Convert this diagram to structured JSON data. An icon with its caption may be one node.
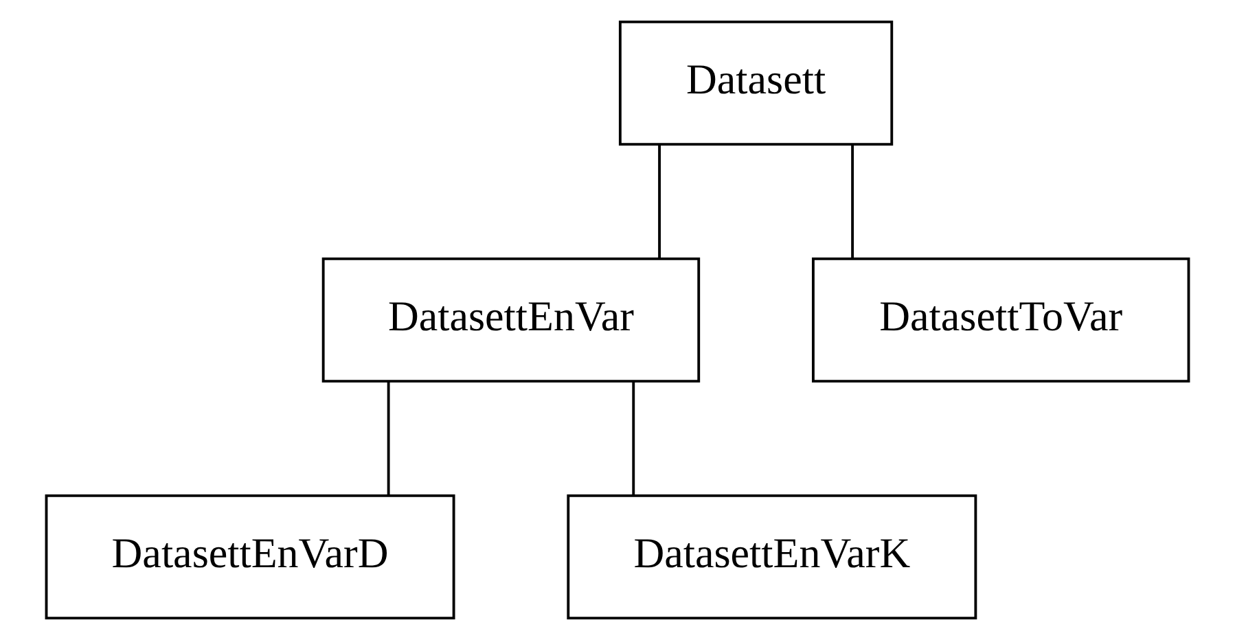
{
  "diagram": {
    "nodes": [
      {
        "text": [
          "Datasett"
        ]
      },
      {
        "text": [
          "DatasettEnVar"
        ]
      },
      {
        "text": [
          "DatasettToVar"
        ]
      },
      {
        "text": [
          "DatasettEnVarD"
        ]
      },
      {
        "text": [
          "DatasettEnVarK"
        ]
      }
    ],
    "edges": [
      {
        "from": 0,
        "to": 1,
        "arrow": "none"
      },
      {
        "from": 0,
        "to": 2,
        "arrow": "none"
      },
      {
        "from": 1,
        "to": 3,
        "arrow": "none"
      },
      {
        "from": 1,
        "to": 4,
        "arrow": "none"
      }
    ]
  }
}
